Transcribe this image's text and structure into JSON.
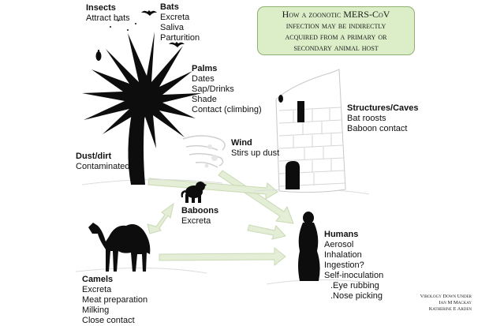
{
  "title": {
    "lines": [
      "How a zoonotic MERS-CoV",
      "infection may be indirectly",
      "acquired from a primary or",
      "secondary animal host"
    ]
  },
  "nodes": {
    "insects": {
      "heading": "Insects",
      "lines": [
        "Attract bats"
      ]
    },
    "bats": {
      "heading": "Bats",
      "lines": [
        "Excreta",
        "Saliva",
        "Parturition"
      ]
    },
    "palms": {
      "heading": "Palms",
      "lines": [
        "Dates",
        "Sap/Drinks",
        "Shade",
        "Contact (climbing)"
      ]
    },
    "structures": {
      "heading": "Structures/Caves",
      "lines": [
        "Bat roosts",
        "Baboon contact"
      ]
    },
    "wind": {
      "heading": "Wind",
      "lines": [
        "Stirs up dust"
      ]
    },
    "dust": {
      "heading": "Dust/dirt",
      "lines": [
        "Contaminated"
      ]
    },
    "baboons": {
      "heading": "Baboons",
      "lines": [
        "Excreta"
      ]
    },
    "humans": {
      "heading": "Humans",
      "lines": [
        "Aerosol",
        "Inhalation",
        "Ingestion?",
        "Self-inoculation",
        ".Eye rubbing",
        ".Nose picking"
      ]
    },
    "camels": {
      "heading": "Camels",
      "lines": [
        "Excreta",
        "Meat preparation",
        "Milking",
        "Close contact"
      ]
    }
  },
  "credit": {
    "lines": [
      "Virology Down Under",
      "Ian M Mackay",
      "Katherine E Arden"
    ]
  },
  "colors": {
    "title_fill": "#dbeec8",
    "title_border": "#8fb06e",
    "arrow_fill": "#e4edd6",
    "arrow_stroke": "#c9d9b4",
    "silhouette": "#0d0d0d"
  },
  "icons": [
    "palm-tree-icon",
    "bat-icon",
    "insect-icon",
    "building-icon",
    "wind-icon",
    "baboon-icon",
    "camel-icon",
    "human-icon"
  ]
}
